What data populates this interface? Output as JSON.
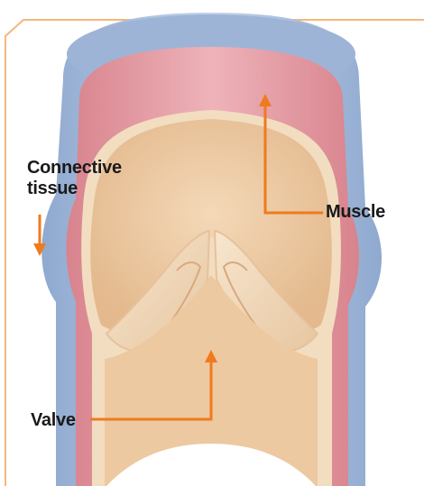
{
  "diagram": {
    "labels": {
      "connective_line1": "Connective",
      "connective_line2": "tissue",
      "muscle": "Muscle",
      "valve": "Valve"
    },
    "colors": {
      "frame": "#f5b77c",
      "connective_tissue": "#a9bfdc",
      "muscle": "#e29aa2",
      "valve_tissue": "#f1d8b5",
      "lumen": "#e9c59c",
      "arrow": "#f07a1e",
      "label_text": "#1a1a1a"
    }
  }
}
